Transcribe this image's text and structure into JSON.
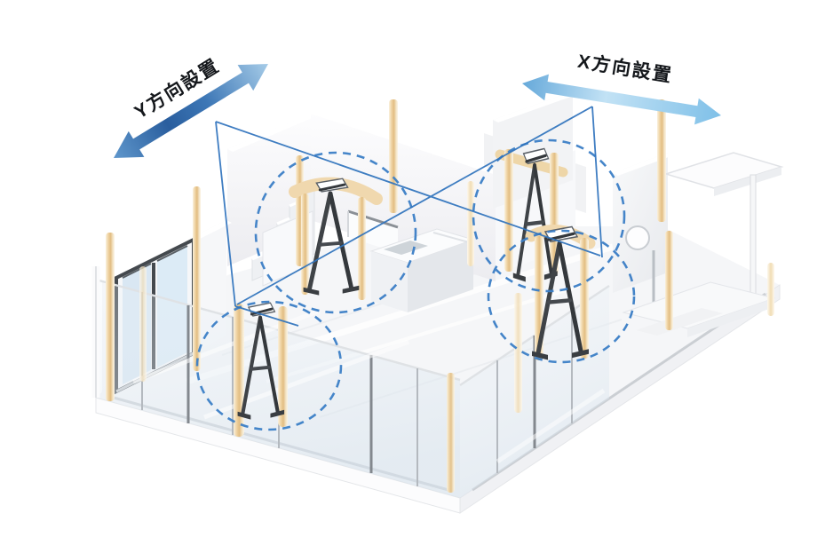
{
  "diagram": {
    "type": "isometric-house-seismic-damper-installation",
    "arrows": {
      "y": {
        "label": "Y方向設置"
      },
      "x": {
        "label": "X方向設置"
      }
    },
    "highlights": {
      "dashed_circle_count": 4,
      "meaning": "damper-installation-points"
    },
    "colors": {
      "arrow_dark_blue": "#2a5e9e",
      "arrow_light_blue": "#a8d6f0",
      "guide_line_blue": "#2f73bd",
      "dashed_circle_blue": "#3b7ec6",
      "wood_post_tan": "#e8c992",
      "damper_frame_dark": "#3f4347",
      "wall_white": "#f4f4f6",
      "window_pane_blue": "#d9e7f3"
    }
  }
}
